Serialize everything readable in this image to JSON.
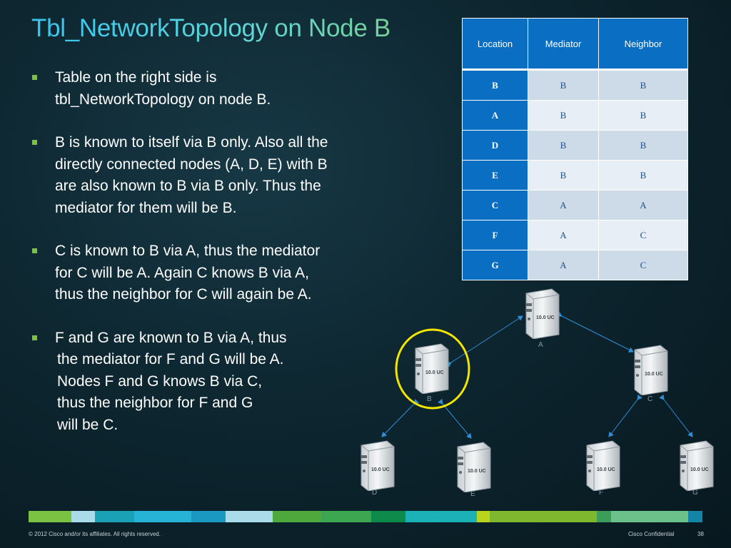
{
  "title": "Tbl_NetworkTopology on Node B",
  "bullets": [
    {
      "lines": [
        "Table on the right side is",
        "tbl_NetworkTopology on node B."
      ]
    },
    {
      "lines": [
        "B is known to itself via B only. Also all the",
        "directly connected nodes (A, D, E) with B",
        "are also known to B via B only. Thus the",
        "mediator for them will be B."
      ]
    },
    {
      "lines": [
        "C is known to B via A, thus the mediator",
        "for C will be A. Again C knows B via A,",
        "thus the neighbor for C will again be A."
      ]
    },
    {
      "lines": [
        "F and G are known to B via A, thus",
        "the mediator for F and G will be A.",
        "Nodes F and G knows B via C,",
        "thus the neighbor for F and G",
        "will be C."
      ]
    }
  ],
  "table": {
    "headers": [
      "Location",
      "Mediator",
      "Neighbor"
    ],
    "rows": [
      [
        "B",
        "B",
        "B"
      ],
      [
        "A",
        "B",
        "B"
      ],
      [
        "D",
        "B",
        "B"
      ],
      [
        "E",
        "B",
        "B"
      ],
      [
        "C",
        "A",
        "A"
      ],
      [
        "F",
        "A",
        "C"
      ],
      [
        "G",
        "A",
        "C"
      ]
    ]
  },
  "diagram": {
    "server_text": "10.0 UC",
    "nodes": [
      "A",
      "B",
      "C",
      "D",
      "E",
      "F",
      "G"
    ],
    "highlight_node": "B",
    "highlight_color": "#f2e600",
    "link_color": "#2f8fd8"
  },
  "footer": {
    "copyright": "© 2012 Cisco and/or its affiliates. All rights reserved.",
    "confidential": "Cisco Confidential",
    "page_number": "38",
    "bar_colors": [
      "#7cc242",
      "#a9dbe8",
      "#1aa1b5",
      "#27b3d6",
      "#1a98c2",
      "#a9dbe8",
      "#4ea83c",
      "#3da650",
      "#0e8a4a",
      "#1bb1b7",
      "#b8d41d",
      "#7fb82e",
      "#3c9d58",
      "#6cc18a",
      "#1386a8"
    ]
  }
}
